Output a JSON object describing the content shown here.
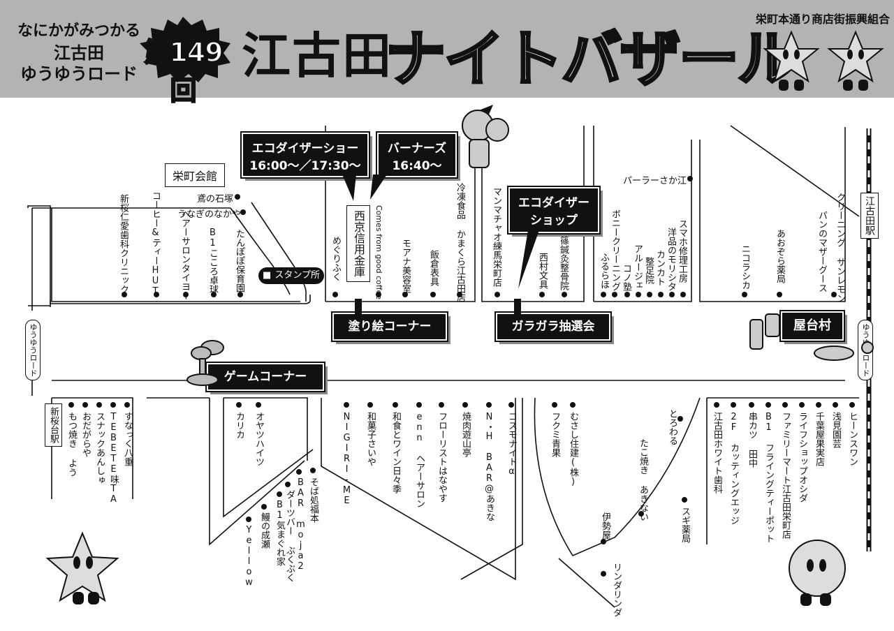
{
  "header": {
    "tagline_1": "なにかがみつかる",
    "tagline_2": "江古田",
    "tagline_3": "ゆうゆうロード",
    "edition": "第149回",
    "title_place": "江古田",
    "title_main": "ナイトバザール",
    "organizer": "栄町本通り商店街振興組合"
  },
  "events": {
    "eco_show": {
      "title": "エコダイザーショー",
      "time": "16:00〜／17:30〜"
    },
    "burners": {
      "title": "バーナーズ",
      "time": "16:40〜"
    },
    "eco_shop": {
      "line1": "エコダイザー",
      "line2": "ショップ"
    },
    "coloring": "塗り絵コーナー",
    "lottery": "ガラガラ抽選会",
    "game": "ゲームコーナー",
    "food_village": "屋台村",
    "stamp": "スタンプ所"
  },
  "landmarks": {
    "hall": "栄町会館",
    "bank": "西京信用金庫",
    "station_ekoda": "江古田駅",
    "station_shinsakuradai": "新桜台駅",
    "road_left": "ゆうゆうロード",
    "road_right": "ゆうゆうロード"
  },
  "shops_north_a": [
    "新桜仁愛歯科クリニック",
    "コーヒー&ティーHUT",
    "ヘアーサロンタイヨー",
    "B1こころ卓球",
    "たんぽぽ保育園"
  ],
  "shops_north_a_h": [
    "鳶の石塚",
    "うなぎのなかや"
  ],
  "shops_north_b": [
    "めぐりふく",
    "Comes from good coffee",
    "モアナ美容室",
    "飯倉表具",
    "冷凍食品 かまくら江古田店"
  ],
  "shops_north_c": [
    "マンマチャオ練馬栄町店",
    "西村文具",
    "篠鍼灸整骨院"
  ],
  "shops_north_d": [
    "ボニークリーニング",
    "ふるらほ",
    "コノ塾",
    "アルージェ",
    "整足院",
    "カンカト",
    "洋品のモリシタ",
    "スマホ修理工房"
  ],
  "shops_north_d_h": "パーラーさか江",
  "shops_north_e": [
    "ニコラシカ",
    "あおぞら薬局",
    "パンのマザーグース",
    "クリーニング サンレモン"
  ],
  "shops_south_a": [
    "もつ焼き よう",
    "おだがらや",
    "スナックあんしゅ",
    "TEBETE味TA",
    "すなっく八重"
  ],
  "shops_south_b": [
    "カリカ",
    "オヤツハイツ"
  ],
  "shops_south_c": [
    "Yellow",
    "鰻の成瀬",
    "B1気まぐれ家",
    "ダーツバー ぶくぶく",
    "BAR moja2",
    "そば処福本"
  ],
  "shops_south_d": [
    "NIGIRI-ME",
    "和菓子さいや",
    "和食とワイン日々季",
    "enn ヘアーサロン",
    "フローリストはなやす",
    "焼肉遊山亭",
    "N・H BAR@あきな",
    "コスモナイトα"
  ],
  "shops_south_e": [
    "フクミ青果",
    "むさし住建(株)"
  ],
  "shops_south_f": [
    "とろわる",
    "たこ焼き あきない",
    "伊勢屋",
    "スギ薬局",
    "リンダリンダ"
  ],
  "shops_south_g": [
    "江古田ホワイト歯科",
    "2F カッティングエッジ",
    "串カツ 田中",
    "B1 フライングティーポット",
    "ファミリーマート江古田栄町店",
    "ライフショップオシダ",
    "千葉屋果実店",
    "浅見園芸",
    "ヒーンスワン"
  ]
}
